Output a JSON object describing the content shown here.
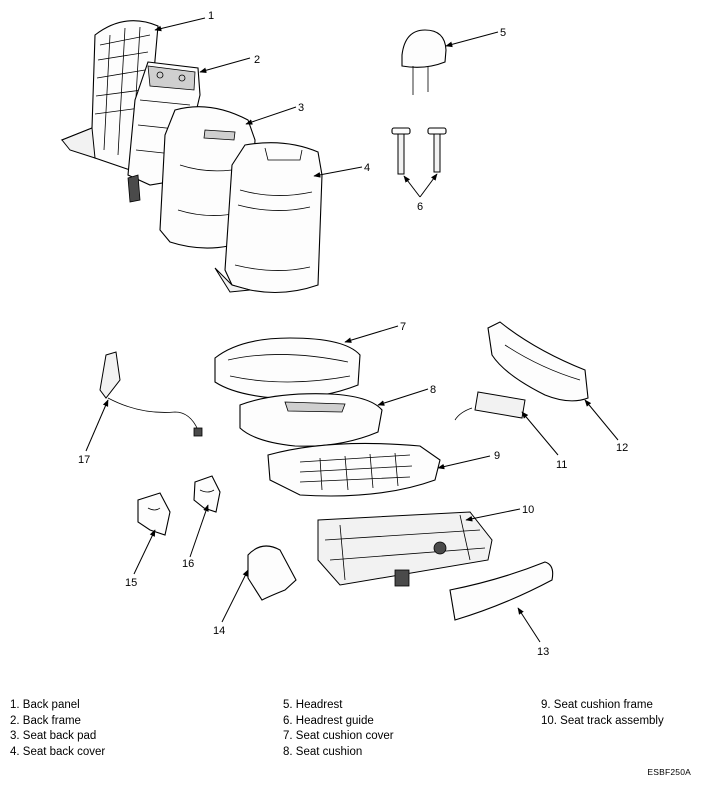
{
  "callouts": [
    "1",
    "2",
    "3",
    "4",
    "5",
    "6",
    "7",
    "8",
    "9",
    "10",
    "11",
    "12",
    "13",
    "14",
    "15",
    "16",
    "17"
  ],
  "legend": {
    "col1": [
      "1. Back panel",
      "2. Back frame",
      "3. Seat back pad",
      "4. Seat back cover"
    ],
    "col2": [
      "5. Headrest",
      "6. Headrest guide",
      "7. Seat cushion cover",
      "8. Seat cushion"
    ],
    "col3": [
      "9. Seat cushion frame",
      "10. Seat track assembly"
    ]
  },
  "figure_code": "ESBF250A"
}
